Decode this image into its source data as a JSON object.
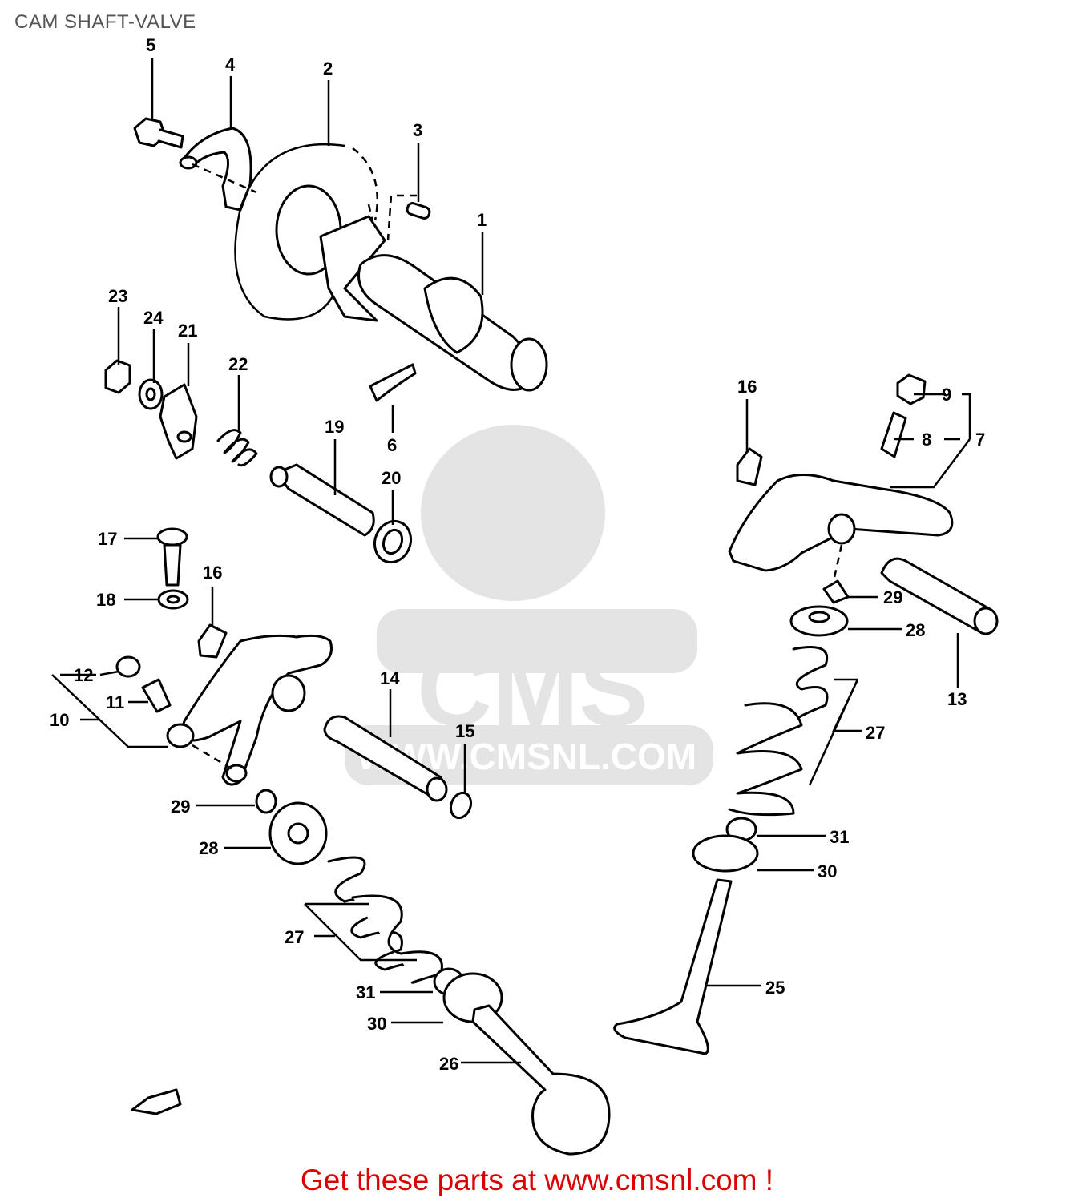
{
  "page": {
    "title": "CAM SHAFT-VALVE",
    "footer": "Get these parts at www.cmsnl.com !"
  },
  "watermark": {
    "brand": "CMS",
    "url": "WWW.CMSNL.COM"
  },
  "callouts": [
    {
      "id": "1",
      "label": "1"
    },
    {
      "id": "2",
      "label": "2"
    },
    {
      "id": "3",
      "label": "3"
    },
    {
      "id": "4",
      "label": "4"
    },
    {
      "id": "5",
      "label": "5"
    },
    {
      "id": "6",
      "label": "6"
    },
    {
      "id": "7",
      "label": "7"
    },
    {
      "id": "8",
      "label": "8"
    },
    {
      "id": "9",
      "label": "9"
    },
    {
      "id": "10",
      "label": "10"
    },
    {
      "id": "11",
      "label": "11"
    },
    {
      "id": "12",
      "label": "12"
    },
    {
      "id": "13",
      "label": "13"
    },
    {
      "id": "14",
      "label": "14"
    },
    {
      "id": "15",
      "label": "15"
    },
    {
      "id": "16a",
      "label": "16"
    },
    {
      "id": "16b",
      "label": "16"
    },
    {
      "id": "17",
      "label": "17"
    },
    {
      "id": "18",
      "label": "18"
    },
    {
      "id": "19",
      "label": "19"
    },
    {
      "id": "20",
      "label": "20"
    },
    {
      "id": "21",
      "label": "21"
    },
    {
      "id": "22",
      "label": "22"
    },
    {
      "id": "23",
      "label": "23"
    },
    {
      "id": "24",
      "label": "24"
    },
    {
      "id": "25",
      "label": "25"
    },
    {
      "id": "26",
      "label": "26"
    },
    {
      "id": "27a",
      "label": "27"
    },
    {
      "id": "27b",
      "label": "27"
    },
    {
      "id": "28a",
      "label": "28"
    },
    {
      "id": "28b",
      "label": "28"
    },
    {
      "id": "29a",
      "label": "29"
    },
    {
      "id": "29b",
      "label": "29"
    },
    {
      "id": "30a",
      "label": "30"
    },
    {
      "id": "30b",
      "label": "30"
    },
    {
      "id": "31a",
      "label": "31"
    },
    {
      "id": "31b",
      "label": "31"
    }
  ]
}
